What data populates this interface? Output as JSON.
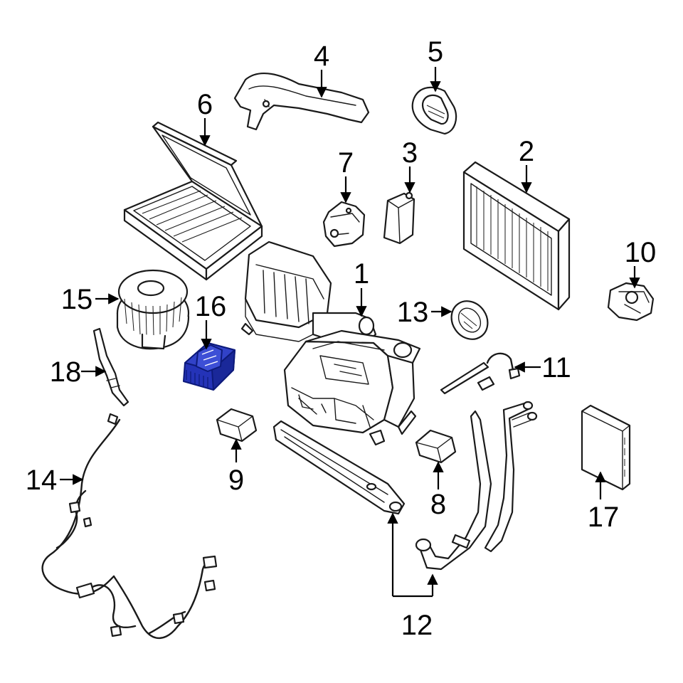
{
  "diagram": {
    "highlight_color": "#2433b8",
    "line_color": "#1a1a1a",
    "background": "#ffffff",
    "highlighted_part": "16",
    "callouts": [
      {
        "id": "c1",
        "label": "1"
      },
      {
        "id": "c2",
        "label": "2"
      },
      {
        "id": "c3",
        "label": "3"
      },
      {
        "id": "c4",
        "label": "4"
      },
      {
        "id": "c5",
        "label": "5"
      },
      {
        "id": "c6",
        "label": "6"
      },
      {
        "id": "c7",
        "label": "7"
      },
      {
        "id": "c8",
        "label": "8"
      },
      {
        "id": "c9",
        "label": "9"
      },
      {
        "id": "c10",
        "label": "10"
      },
      {
        "id": "c11",
        "label": "11"
      },
      {
        "id": "c12",
        "label": "12"
      },
      {
        "id": "c13",
        "label": "13"
      },
      {
        "id": "c14",
        "label": "14"
      },
      {
        "id": "c15",
        "label": "15"
      },
      {
        "id": "c16",
        "label": "16"
      },
      {
        "id": "c17",
        "label": "17"
      },
      {
        "id": "c18",
        "label": "18"
      }
    ]
  }
}
